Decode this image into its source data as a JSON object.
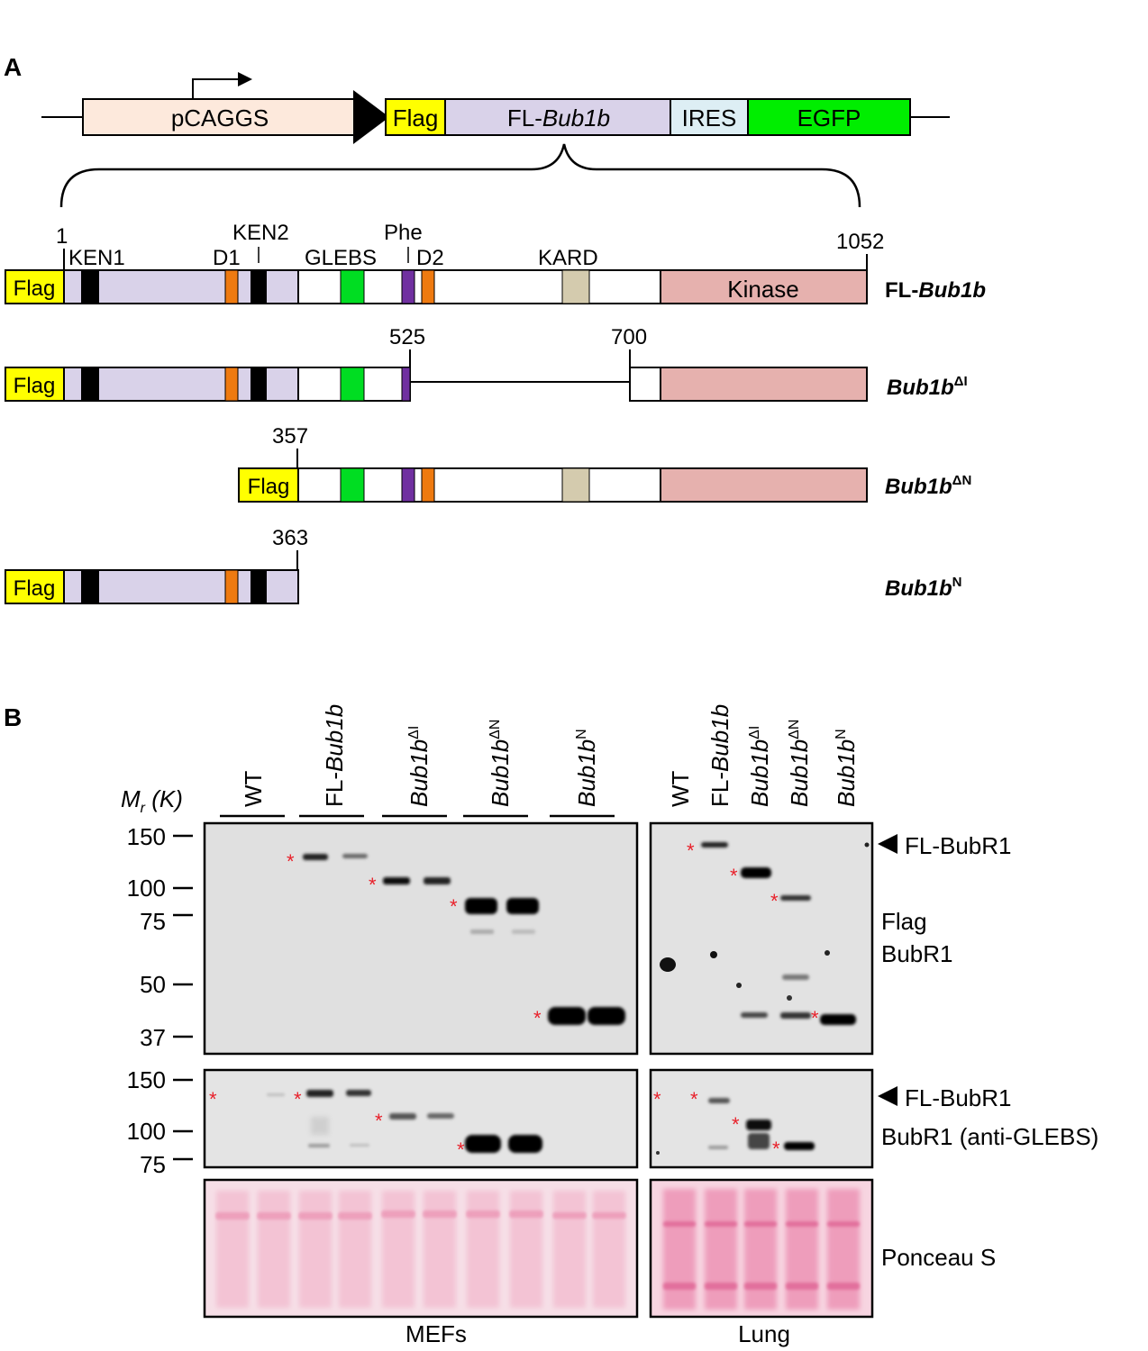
{
  "panel_a": {
    "label": "A",
    "vector": {
      "promoter": "pCAGGS",
      "flag": "Flag",
      "insert_prefix": "FL-",
      "insert_gene": "Bub1b",
      "ires": "IRES",
      "egfp": "EGFP"
    },
    "coords": {
      "start": "1",
      "end": "1052",
      "c525": "525",
      "c700": "700",
      "c357": "357",
      "c363": "363"
    },
    "domains": {
      "ken1": "KEN1",
      "d1": "D1",
      "ken2": "KEN2",
      "glebs": "GLEBS",
      "phe": "Phe",
      "d2": "D2",
      "kard": "KARD",
      "kinase": "Kinase",
      "flag": "Flag"
    },
    "constructs": {
      "fl_prefix": "FL-",
      "gene": "Bub1b",
      "sup_di": "ΔI",
      "sup_dn": "ΔN",
      "sup_n": "N"
    }
  },
  "panel_b": {
    "label": "B",
    "mr_symbol": "M",
    "mr_sub": "r",
    "mr_unit": " (K)",
    "lanes": {
      "wt": "WT",
      "fl_prefix": "FL-",
      "gene": "Bub1b",
      "sup_di": "ΔI",
      "sup_dn": "ΔN",
      "sup_n": "N"
    },
    "markers_top": [
      "150",
      "100",
      "75",
      "50",
      "37"
    ],
    "markers_mid": [
      "150",
      "100",
      "75"
    ],
    "right_labels": {
      "fl_bubr1": "FL-BubR1",
      "flag_line1": "Flag",
      "flag_line2": "BubR1",
      "glebs": "BubR1 (anti-GLEBS)",
      "ponceau": "Ponceau S"
    },
    "tissues": {
      "mefs": "MEFs",
      "lung": "Lung"
    },
    "asterisk": "*"
  },
  "colors": {
    "promoter": "#fde9dc",
    "flag": "#ffff00",
    "insert": "#d9d2e9",
    "ires": "#ddeef4",
    "egfp": "#00ee00",
    "ken_box": "#000000",
    "d_box": "#ee7a10",
    "glebs": "#00dd22",
    "phe": "#7030a0",
    "kard": "#d4cbae",
    "kinase": "#e6b1ae",
    "blot_bg": "#e0e0e0",
    "ponceau_bg": "#f6dfe7",
    "asterisk": "#e8202a"
  }
}
